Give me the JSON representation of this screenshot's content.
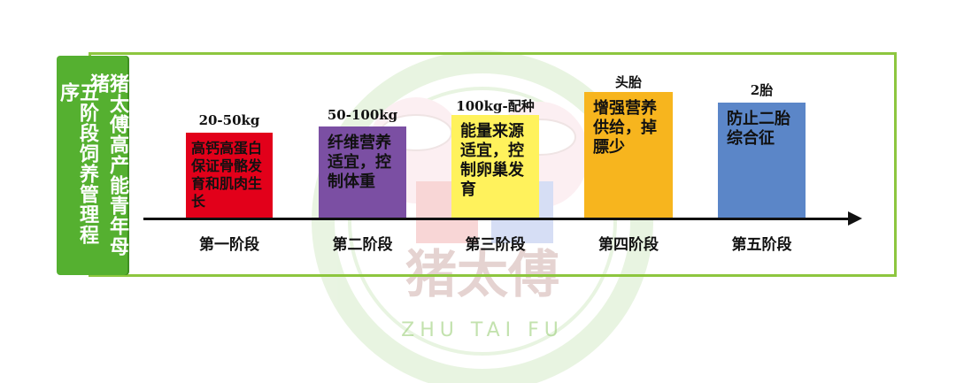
{
  "title": {
    "line1": "猪太傅高产能青年母猪",
    "line2": "五阶段饲养管理程序"
  },
  "watermark": {
    "brand_cn": "猪太傅",
    "brand_en": "ZHU TAI FU"
  },
  "stages": [
    {
      "top_label": "20-50kg",
      "text": "高钙高蛋白保证骨骼发育和肌肉生长",
      "name": "第一阶段",
      "color": "#e2001a"
    },
    {
      "top_label": "50-100kg",
      "text": "纤维营养适宜，控制体重",
      "name": "第二阶段",
      "color": "#7b4fa3"
    },
    {
      "top_label": "100kg-配种",
      "text": "能量来源适宜，控制卵巢发育",
      "name": "第三阶段",
      "color": "#fff25c"
    },
    {
      "top_label": "头胎",
      "text": "增强营养供给，掉膘少",
      "name": "第四阶段",
      "color": "#f7b51e"
    },
    {
      "top_label": "2胎",
      "text": "防止二胎综合征",
      "name": "第五阶段",
      "color": "#5b86c8"
    }
  ],
  "colors": {
    "frame": "#8dc63f",
    "side_label": "#55b030"
  }
}
